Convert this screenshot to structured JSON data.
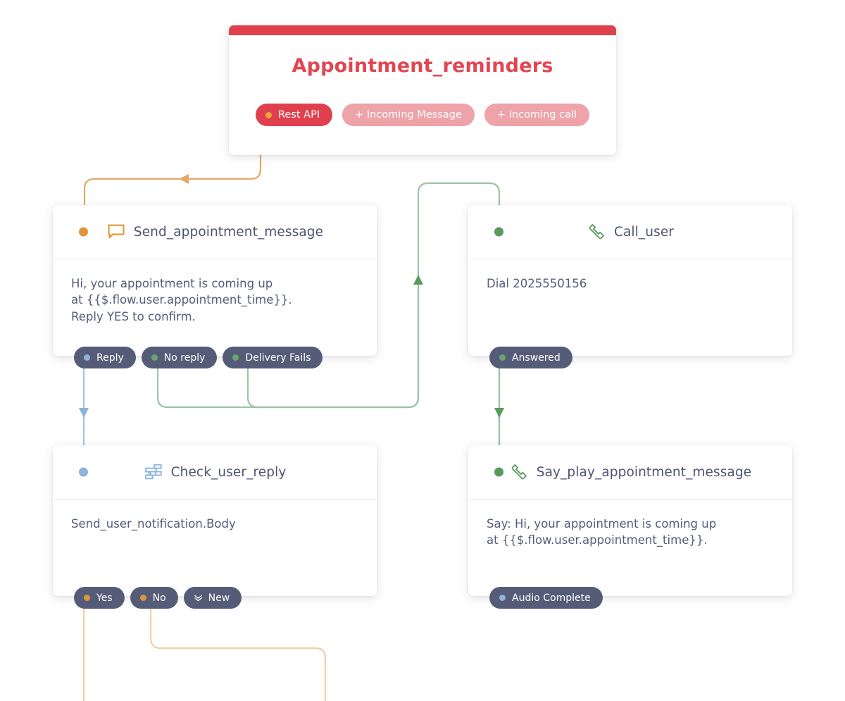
{
  "colors": {
    "brand_red": "#e0404d",
    "title_red": "#e14651",
    "chip_slate": "#555c78",
    "wire_orange": "#e6a867",
    "wire_green": "#9dc3a2",
    "wire_blue": "#a9c6e2",
    "dot_orange": "#e09440",
    "dot_green": "#569a5c",
    "dot_blue": "#8cb4da",
    "text_slate": "#555c78"
  },
  "trigger": {
    "title": "Appointment_reminders",
    "chips": [
      {
        "label": "Rest API",
        "state": "active",
        "dot": "orange"
      },
      {
        "label": "+ Incoming Message",
        "state": "ghost",
        "dot": "none"
      },
      {
        "label": "+ Incoming call",
        "state": "ghost",
        "dot": "none"
      }
    ]
  },
  "nodes": [
    {
      "id": "send_appointment_message",
      "icon": "speech-bubble-icon",
      "title": "Send_appointment_message",
      "body": "Hi, your appointment is coming up\nat {{$.flow.user.appointment_time}}.\nReply YES to confirm.",
      "anchor": "orange",
      "chips": [
        {
          "label": "Reply",
          "dot": "blue"
        },
        {
          "label": "No reply",
          "dot": "green"
        },
        {
          "label": "Delivery Fails",
          "dot": "green"
        }
      ]
    },
    {
      "id": "call_user",
      "icon": "phone-icon",
      "title": "Call_user",
      "body": "Dial 2025550156",
      "anchor": "green",
      "chips": [
        {
          "label": "Answered",
          "dot": "green"
        }
      ]
    },
    {
      "id": "check_user_reply",
      "icon": "split-branch-icon",
      "title": "Check_user_reply",
      "body": "Send_user_notification.Body",
      "anchor": "blue",
      "chips": [
        {
          "label": "Yes",
          "dot": "orange"
        },
        {
          "label": "No",
          "dot": "orange"
        },
        {
          "label": "New",
          "dot": "chevron"
        }
      ]
    },
    {
      "id": "say_play_appointment_message",
      "icon": "phone-icon",
      "title": "Say_play_appointment_message",
      "body": "Say: Hi, your appointment is coming up\nat {{$.flow.user.appointment_time}}.",
      "anchor": "green",
      "chips": [
        {
          "label": "Audio Complete",
          "dot": "blue"
        }
      ]
    }
  ]
}
